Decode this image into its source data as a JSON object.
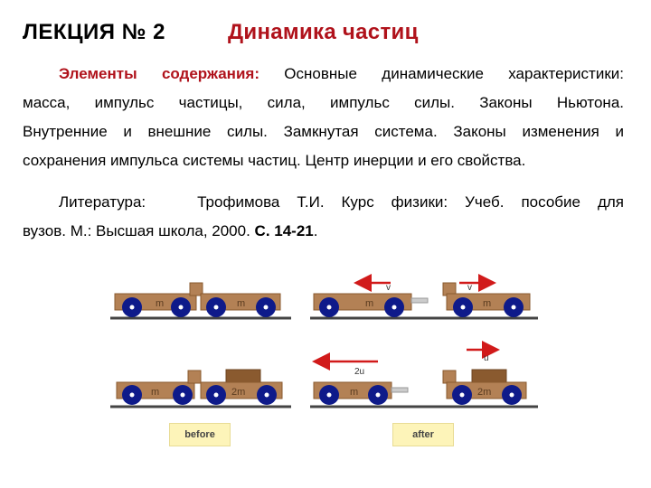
{
  "header": {
    "lecture": "ЛЕКЦИЯ № 2",
    "topic": "Динамика частиц"
  },
  "content": {
    "elements_label": "Элементы содержания:",
    "line1_rest": " Основные динамические характеристики:",
    "line2": "масса, импульс частицы, сила, импульс силы. Законы Ньютона.",
    "line3": "Внутренние и внешние силы. Замкнутая система. Законы изменения и",
    "line4": "сохранения импульса системы частиц. Центр инерции и его свойства."
  },
  "literature": {
    "label": "Литература:",
    "text1": "Трофимова Т.И. Курс физики: Учеб. пособие для",
    "text2": "вузов. М.: Высшая школа, 2000.",
    "pages": "С. 14-21",
    "end": "."
  },
  "figure": {
    "mass_m": "m",
    "mass_2m": "2m",
    "vel_v": "v",
    "vel_2u": "2u",
    "vel_u": "u",
    "before_label": "before",
    "after_label": "after",
    "colors": {
      "car_body": "#b38155",
      "car_border": "#8a5a2f",
      "wheel": "#0e1a8a",
      "arrow": "#d11a1a",
      "track": "#444444",
      "label_bg": "#fdf4b9"
    }
  }
}
